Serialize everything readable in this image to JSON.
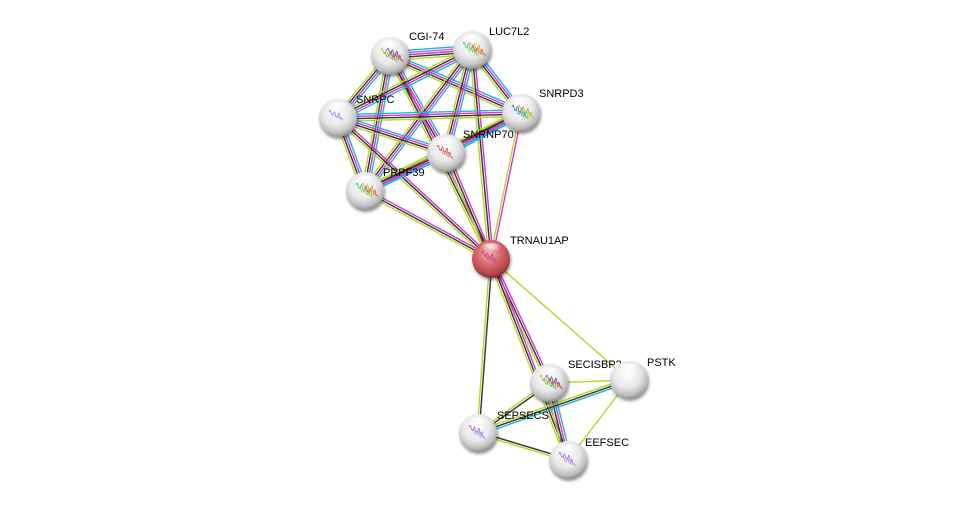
{
  "title": "Protein interaction network",
  "query_protein": "TRNAU1AP",
  "colors": {
    "background": "#ffffff",
    "node_default": "#d9d9d9",
    "node_query": "#c8545a",
    "edge_textmining": "#b7d42a",
    "edge_coexpression": "#333333",
    "edge_experiments": "#d535d5",
    "edge_databases": "#25b3d6",
    "edge_homology": "#8f7be0"
  },
  "nodes": [
    {
      "id": "CGI-74",
      "label": "CGI-74",
      "query": false,
      "structure": "multi"
    },
    {
      "id": "LUC7L2",
      "label": "LUC7L2",
      "query": false,
      "structure": "helix"
    },
    {
      "id": "SNRPD3",
      "label": "SNRPD3",
      "query": false,
      "structure": "beta"
    },
    {
      "id": "SNRPC",
      "label": "SNRPC",
      "query": false,
      "structure": "coil"
    },
    {
      "id": "SNRNP70",
      "label": "SNRNP70",
      "query": false,
      "structure": "red"
    },
    {
      "id": "PRPF39",
      "label": "PRPF39",
      "query": false,
      "structure": "helix"
    },
    {
      "id": "TRNAU1AP",
      "label": "TRNAU1AP",
      "query": true,
      "structure": "pink"
    },
    {
      "id": "SECISBP2",
      "label": "SECISBP2",
      "query": false,
      "structure": "multi"
    },
    {
      "id": "PSTK",
      "label": "PSTK",
      "query": false,
      "structure": "none"
    },
    {
      "id": "SEPSECS",
      "label": "SEPSECS",
      "query": false,
      "structure": "purple"
    },
    {
      "id": "EEFSEC",
      "label": "EEFSEC",
      "query": false,
      "structure": "purple"
    }
  ],
  "edges": [
    {
      "source": "CGI-74",
      "target": "LUC7L2",
      "types": [
        "databases",
        "homology",
        "experiments",
        "coexpression",
        "textmining"
      ]
    },
    {
      "source": "CGI-74",
      "target": "SNRPC",
      "types": [
        "databases",
        "experiments",
        "coexpression",
        "textmining"
      ]
    },
    {
      "source": "CGI-74",
      "target": "SNRPD3",
      "types": [
        "databases",
        "experiments",
        "coexpression",
        "textmining"
      ]
    },
    {
      "source": "CGI-74",
      "target": "SNRNP70",
      "types": [
        "databases",
        "experiments",
        "coexpression",
        "textmining"
      ]
    },
    {
      "source": "CGI-74",
      "target": "PRPF39",
      "types": [
        "databases",
        "experiments",
        "coexpression",
        "textmining"
      ]
    },
    {
      "source": "CGI-74",
      "target": "TRNAU1AP",
      "types": [
        "experiments",
        "coexpression",
        "textmining"
      ]
    },
    {
      "source": "LUC7L2",
      "target": "SNRPC",
      "types": [
        "databases",
        "experiments",
        "coexpression",
        "textmining"
      ]
    },
    {
      "source": "LUC7L2",
      "target": "SNRPD3",
      "types": [
        "databases",
        "experiments",
        "coexpression",
        "textmining"
      ]
    },
    {
      "source": "LUC7L2",
      "target": "SNRNP70",
      "types": [
        "databases",
        "experiments",
        "coexpression",
        "textmining"
      ]
    },
    {
      "source": "LUC7L2",
      "target": "PRPF39",
      "types": [
        "databases",
        "experiments",
        "coexpression",
        "textmining"
      ]
    },
    {
      "source": "LUC7L2",
      "target": "TRNAU1AP",
      "types": [
        "experiments",
        "coexpression",
        "textmining"
      ]
    },
    {
      "source": "SNRPC",
      "target": "SNRPD3",
      "types": [
        "databases",
        "experiments",
        "coexpression",
        "textmining"
      ]
    },
    {
      "source": "SNRPC",
      "target": "SNRNP70",
      "types": [
        "databases",
        "experiments",
        "coexpression",
        "textmining"
      ]
    },
    {
      "source": "SNRPC",
      "target": "PRPF39",
      "types": [
        "databases",
        "experiments",
        "coexpression",
        "textmining"
      ]
    },
    {
      "source": "SNRPC",
      "target": "TRNAU1AP",
      "types": [
        "experiments",
        "coexpression",
        "textmining"
      ]
    },
    {
      "source": "SNRPD3",
      "target": "SNRNP70",
      "types": [
        "databases",
        "experiments",
        "coexpression",
        "textmining"
      ]
    },
    {
      "source": "SNRPD3",
      "target": "PRPF39",
      "types": [
        "databases",
        "experiments",
        "coexpression",
        "textmining"
      ]
    },
    {
      "source": "SNRPD3",
      "target": "TRNAU1AP",
      "types": [
        "experiments",
        "textmining"
      ]
    },
    {
      "source": "SNRNP70",
      "target": "PRPF39",
      "types": [
        "databases",
        "experiments",
        "coexpression",
        "textmining"
      ]
    },
    {
      "source": "SNRNP70",
      "target": "TRNAU1AP",
      "types": [
        "experiments",
        "coexpression",
        "textmining"
      ]
    },
    {
      "source": "PRPF39",
      "target": "TRNAU1AP",
      "types": [
        "experiments",
        "coexpression",
        "textmining"
      ]
    },
    {
      "source": "TRNAU1AP",
      "target": "SECISBP2",
      "types": [
        "experiments",
        "coexpression",
        "textmining"
      ]
    },
    {
      "source": "TRNAU1AP",
      "target": "SEPSECS",
      "types": [
        "coexpression",
        "textmining"
      ]
    },
    {
      "source": "TRNAU1AP",
      "target": "PSTK",
      "types": [
        "textmining"
      ]
    },
    {
      "source": "TRNAU1AP",
      "target": "EEFSEC",
      "types": [
        "experiments",
        "coexpression",
        "textmining"
      ]
    },
    {
      "source": "SECISBP2",
      "target": "PSTK",
      "types": [
        "textmining"
      ]
    },
    {
      "source": "SECISBP2",
      "target": "SEPSECS",
      "types": [
        "coexpression",
        "textmining"
      ]
    },
    {
      "source": "SECISBP2",
      "target": "EEFSEC",
      "types": [
        "databases",
        "experiments",
        "coexpression",
        "textmining"
      ]
    },
    {
      "source": "PSTK",
      "target": "SEPSECS",
      "types": [
        "databases",
        "coexpression",
        "textmining"
      ]
    },
    {
      "source": "PSTK",
      "target": "EEFSEC",
      "types": [
        "textmining"
      ]
    },
    {
      "source": "SEPSECS",
      "target": "EEFSEC",
      "types": [
        "coexpression",
        "textmining"
      ]
    }
  ]
}
